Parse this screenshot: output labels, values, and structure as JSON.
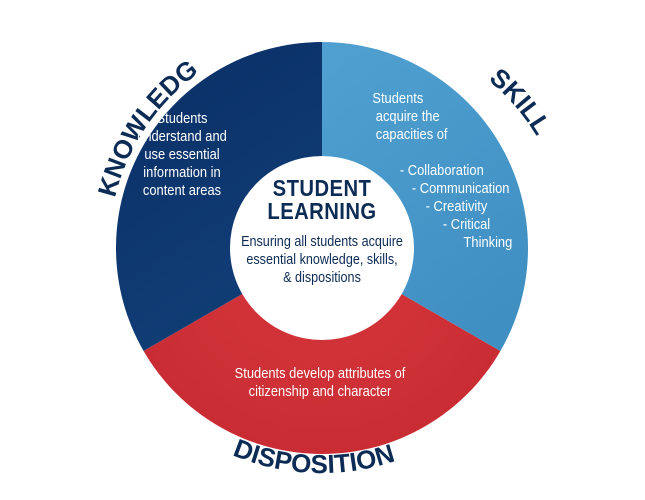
{
  "segments": {
    "knowledge": {
      "label": "KNOWLEDGE",
      "lines": [
        "Students",
        "understand and",
        "use essential",
        "information in",
        "content areas"
      ],
      "color": "#0e3a70"
    },
    "skills": {
      "label": "SKILLS",
      "intro": [
        "Students",
        "acquire the",
        "capacities of"
      ],
      "items": [
        "- Collaboration",
        "- Communication",
        "- Creativity",
        "- Critical",
        "Thinking"
      ],
      "color": "#4a9bcd"
    },
    "dispositions": {
      "label": "DISPOSITIONS",
      "lines": [
        "Students develop attributes of",
        "citizenship and character"
      ],
      "color": "#d7373c"
    }
  },
  "center": {
    "title_line1": "STUDENT",
    "title_line2": "LEARNING",
    "subtitle": [
      "Ensuring all students acquire",
      "essential knowledge, skills,",
      "& dispositions"
    ]
  },
  "colors": {
    "navy": "#0c2b55",
    "knowledge_blue": "#0e3a70",
    "skills_blue": "#4a9bcd",
    "dispositions_red": "#d7373c",
    "center_fill": "#ffffff"
  }
}
